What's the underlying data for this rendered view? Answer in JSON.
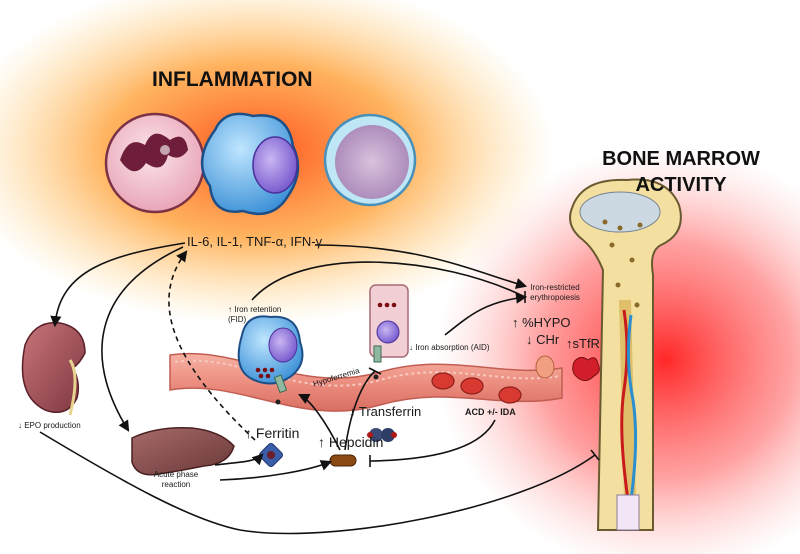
{
  "inflammation": {
    "title": "INFLAMMATION",
    "cytokines": "IL-6, IL-1, TNF-α, IFN-γ"
  },
  "bone_marrow": {
    "title_line1": "BONE MARROW",
    "title_line2": "ACTIVITY"
  },
  "labels": {
    "iron_restricted_line1": "Iron-restricted",
    "iron_restricted_line2": "erythropoiesis",
    "iron_retention_line1": "↑ Iron retention",
    "iron_retention_line2": "(FID)",
    "iron_absorption": "↓ Iron absorption (AID)",
    "hypoferremia": "Hypoferremia",
    "transferrin": "↓ Transferrin",
    "ferritin": "↑ Ferritin",
    "hepcidin": "↑ Hepcidin",
    "acd_ida": "ACD +/- IDA",
    "epo": "↓ EPO production",
    "acute_line1": "Acute phase",
    "acute_line2": "reaction",
    "hypo": "↑ %HYPO",
    "chr": "↓ CHr",
    "stfr": "↑sTfR"
  },
  "colors": {
    "inflammation_glow": "#ff8a1f",
    "marrow_glow": "#ff2a2a",
    "vessel": "#f08f80",
    "bone": "#f3dfa0"
  }
}
